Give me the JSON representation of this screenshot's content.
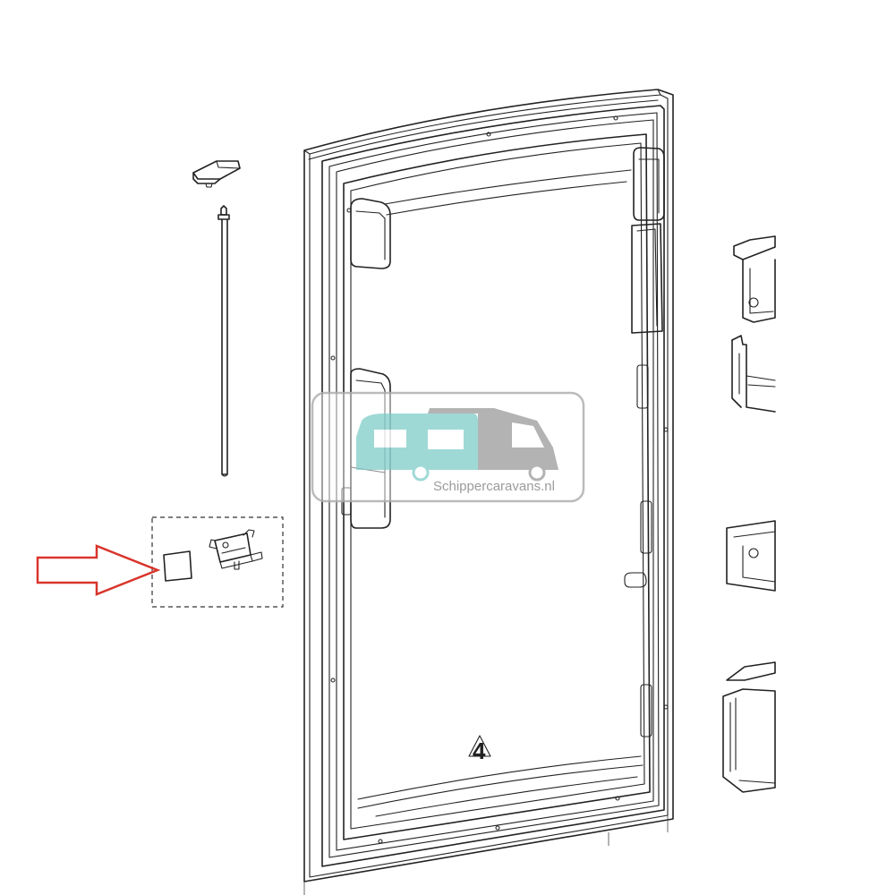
{
  "watermark": {
    "text": "Schippercaravans.nl",
    "teal_color": "#8fd3d0",
    "grey_color": "#a6a6a6"
  },
  "callout": {
    "arrow_color": "#d9342b",
    "highlighted_part": "gasket-square"
  },
  "door": {
    "marking_symbol": "4"
  }
}
